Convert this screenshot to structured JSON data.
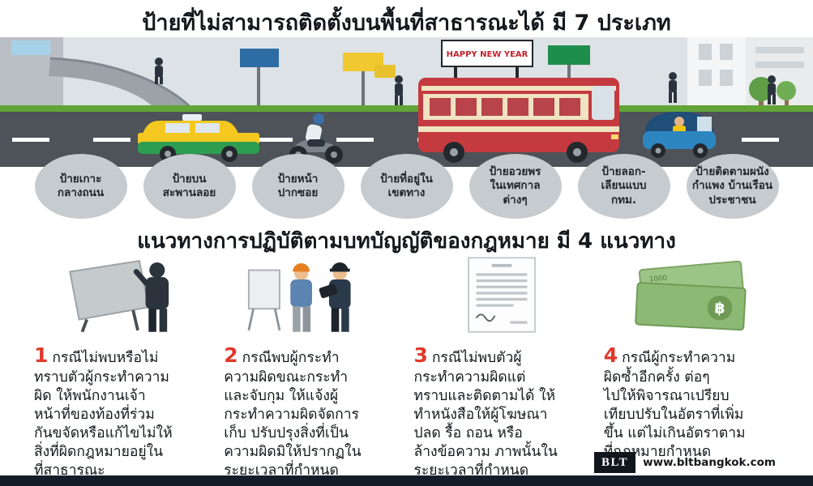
{
  "header": {
    "title": "ป้ายที่ไม่สามารถติดตั้งบนพื้นที่สาธารณะได้ มี 7 ประเภท"
  },
  "scene": {
    "bus_banner": "HAPPY NEW YEAR",
    "banknote_value": "1000",
    "baht_symbol": "฿"
  },
  "sign_types": [
    {
      "label": "ป้ายเกาะ\nกลางถนน"
    },
    {
      "label": "ป้ายบน\nสะพานลอย"
    },
    {
      "label": "ป้ายหน้า\nปากซอย"
    },
    {
      "label": "ป้ายที่อยู่ใน\nเขตทาง"
    },
    {
      "label": "ป้ายอวยพร\nในเทศกาล\nต่างๆ"
    },
    {
      "label": "ป้ายลอก-\nเลียนแบบ\nกทม."
    },
    {
      "label": "ป้ายติดตามผนัง\nกำแพง บ้านเรือน\nประชาชน"
    }
  ],
  "section_guidelines": {
    "title": "แนวทางการปฏิบัติตามบทบัญญัติของกฎหมาย มี 4 แนวทาง"
  },
  "guidelines": [
    {
      "number": "1",
      "text": "กรณีไม่พบหรือไม่\nทราบตัวผู้กระทำความ\nผิด ให้พนักงานเจ้า\nหน้าที่ของท้องที่ร่วม\nกันขจัดหรือแก้ไขไม่ให้\nสิ่งที่ผิดกฎหมายอยู่ใน\nที่สาธารณะ"
    },
    {
      "number": "2",
      "text": "กรณีพบผู้กระทำ\nความผิดขณะกระทำ\nและจับกุม ให้แจ้งผู้\nกระทำความผิดจัดการ\nเก็บ ปรับปรุงสิ่งที่เป็น\nความผิดมิให้ปรากฏใน\nระยะเวลาที่กำหนด"
    },
    {
      "number": "3",
      "text": "กรณีไม่พบตัวผู้\nกระทำความผิดแต่\nทราบและติดตามได้ ให้\nทำหนังสือให้ผู้โฆษณา\nปลด รื้อ ถอน หรือ\nล้างข้อความ ภาพนั้นใน\nระยะเวลาที่กำหนด"
    },
    {
      "number": "4",
      "text": "กรณีผู้กระทำความ\nผิดซ้ำอีกครั้ง ต่อๆ\nไปให้พิจารณาเปรียบ\nเทียบปรับในอัตราที่เพิ่ม\nขึ้น แต่ไม่เกินอัตราตาม\nที่กฎหมายกำหนด"
    }
  ],
  "footer": {
    "logo": "BLT",
    "website": "www.bltbangkok.com"
  },
  "colors": {
    "accent_red": "#e0392b",
    "circle_gray": "#c6cbcf",
    "road_gray": "#4d5358",
    "grass_green": "#61a437",
    "bus_red": "#c43a3f",
    "taxi_yellow": "#f4c81f",
    "taxi_green": "#2d9e4f",
    "tuktuk_blue": "#2e86c1",
    "footer_bar": "#141d27"
  }
}
